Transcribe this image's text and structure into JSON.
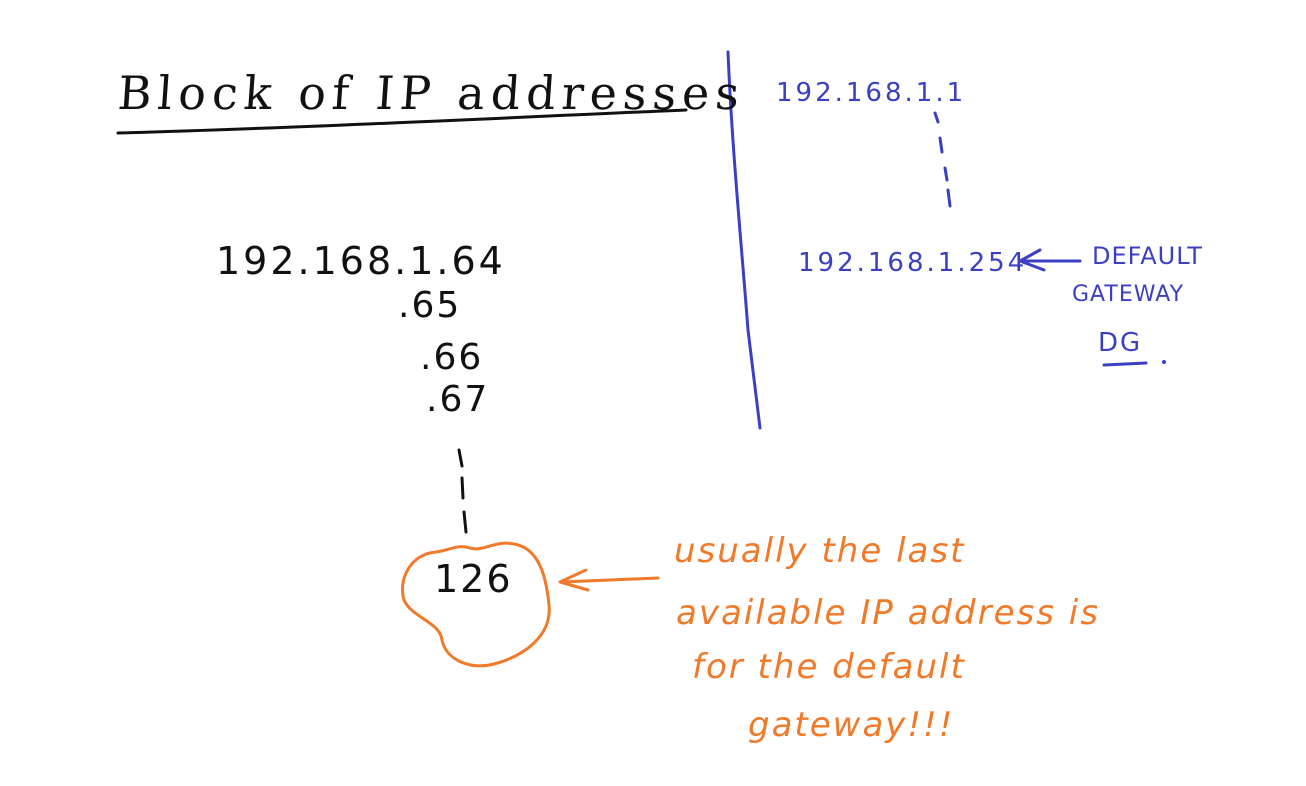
{
  "title": "Block of IP addresses",
  "left_block": {
    "first_address": "192.168.1.64",
    "next_1": ".65",
    "next_2": ".66",
    "next_3": ".67",
    "last_address": "126"
  },
  "right_block": {
    "first_address": "192.168.1.1",
    "last_address": "192.168.1.254",
    "gateway_label_line1": "DEFAULT",
    "gateway_label_line2": "GATEWAY",
    "gateway_abbr": "DG"
  },
  "annotation": {
    "line1": "usually the last",
    "line2": "available IP address is",
    "line3": "for the default",
    "line4": "gateway!!!"
  },
  "colors": {
    "ink_black": "#111111",
    "ink_blue": "#3b3fc4",
    "ink_orange": "#f07a2a"
  }
}
